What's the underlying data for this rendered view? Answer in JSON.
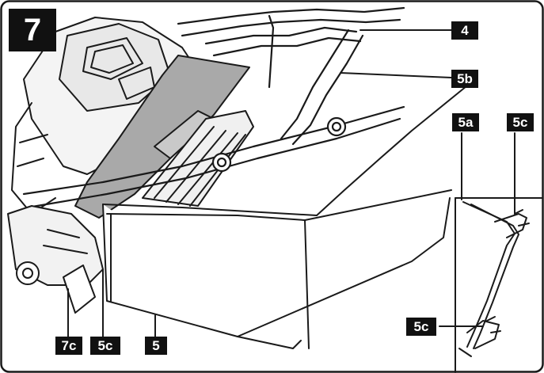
{
  "figure": {
    "number": "7"
  },
  "labels": {
    "l4": "4",
    "l5b": "5b",
    "l5a": "5a",
    "l5c_right_top": "5c",
    "l5c_right_bottom": "5c",
    "l7c": "7c",
    "l5c_bottom": "5c",
    "l5": "5"
  },
  "colors": {
    "line": "#1a1a1a",
    "tag_bg": "#111111",
    "tag_fg": "#ffffff",
    "chute": "#a9a9a9"
  }
}
